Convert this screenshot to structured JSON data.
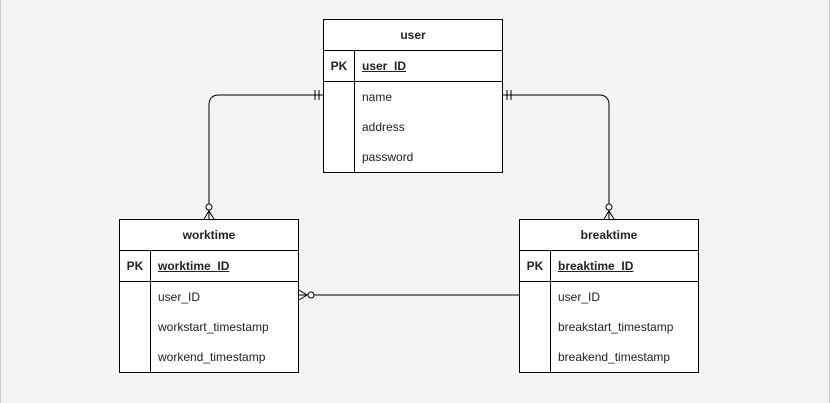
{
  "diagram": {
    "entities": [
      {
        "id": "user",
        "title": "user",
        "pk_label": "PK",
        "pk_field": "user_ID",
        "fields": [
          "name",
          "address",
          "password"
        ]
      },
      {
        "id": "worktime",
        "title": "worktime",
        "pk_label": "PK",
        "pk_field": "worktime_ID",
        "fields": [
          "user_ID",
          "workstart_timestamp",
          "workend_timestamp"
        ]
      },
      {
        "id": "breaktime",
        "title": "breaktime",
        "pk_label": "PK",
        "pk_field": "breaktime_ID",
        "fields": [
          "user_ID",
          "breakstart_timestamp",
          "breakend_timestamp"
        ]
      }
    ],
    "relationships": [
      {
        "from": "user",
        "to": "worktime",
        "from_cardinality": "one-and-only-one",
        "to_cardinality": "zero-or-many"
      },
      {
        "from": "user",
        "to": "breaktime",
        "from_cardinality": "one-and-only-one",
        "to_cardinality": "zero-or-many"
      },
      {
        "from": "breaktime",
        "to": "worktime",
        "from_cardinality": "none",
        "to_cardinality": "zero-or-many"
      }
    ]
  }
}
